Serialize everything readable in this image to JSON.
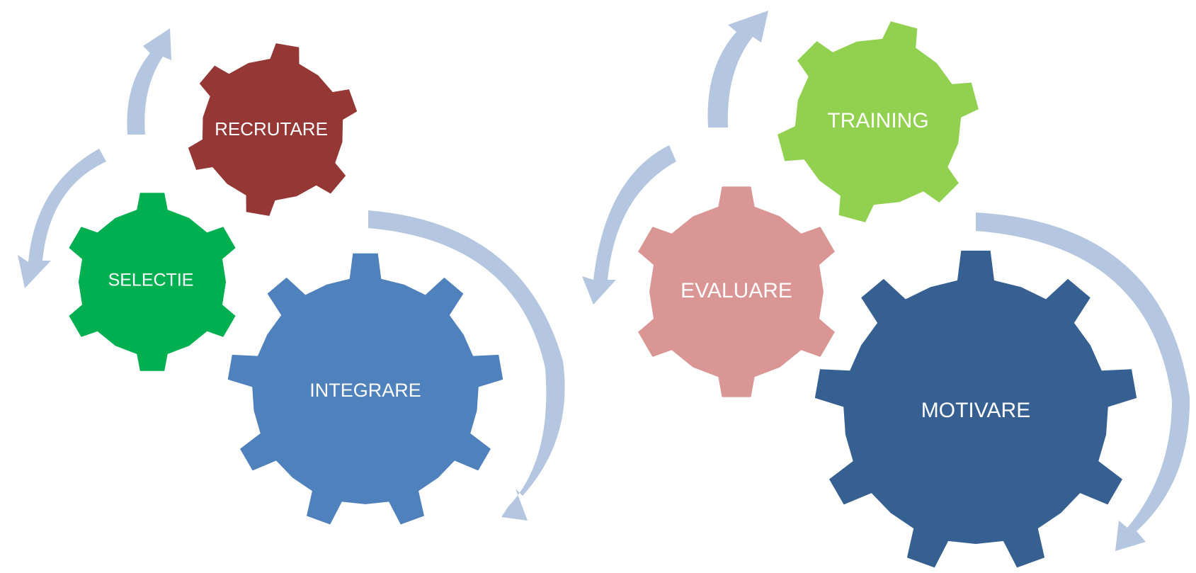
{
  "colors": {
    "arrow": "#b4c6e0",
    "recrutare": "#953735",
    "selectie": "#00b050",
    "integrare": "#4f81bd",
    "training": "#92d050",
    "evaluare": "#d99694",
    "motivare": "#376092"
  },
  "gears": {
    "recrutare": "RECRUTARE",
    "selectie": "SELECTIE",
    "integrare": "INTEGRARE",
    "training": "TRAINING",
    "evaluare": "EVALUARE",
    "motivare": "MOTIVARE"
  }
}
